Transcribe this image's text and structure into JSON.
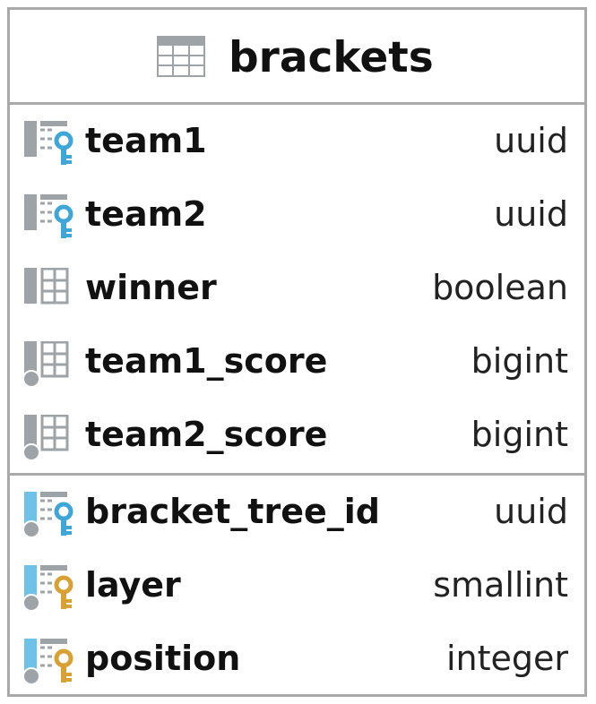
{
  "table": {
    "name": "brackets",
    "icon": "table-icon"
  },
  "columns_group1": [
    {
      "name": "team1",
      "type": "uuid",
      "icon": "foreign-key-column-icon"
    },
    {
      "name": "team2",
      "type": "uuid",
      "icon": "foreign-key-column-icon"
    },
    {
      "name": "winner",
      "type": "boolean",
      "icon": "column-icon"
    },
    {
      "name": "team1_score",
      "type": "bigint",
      "icon": "nullable-column-icon"
    },
    {
      "name": "team2_score",
      "type": "bigint",
      "icon": "nullable-column-icon"
    }
  ],
  "columns_group2": [
    {
      "name": "bracket_tree_id",
      "type": "uuid",
      "icon": "index-foreign-key-column-icon"
    },
    {
      "name": "layer",
      "type": "smallint",
      "icon": "index-primary-key-column-icon"
    },
    {
      "name": "position",
      "type": "integer",
      "icon": "index-primary-key-column-icon"
    }
  ],
  "colors": {
    "border": "#a9a9a9",
    "icon_gray": "#9ea3a8",
    "foreign_key_blue": "#3fa6d8",
    "primary_key_gold": "#d9a033",
    "index_blue": "#6cc2e8"
  }
}
